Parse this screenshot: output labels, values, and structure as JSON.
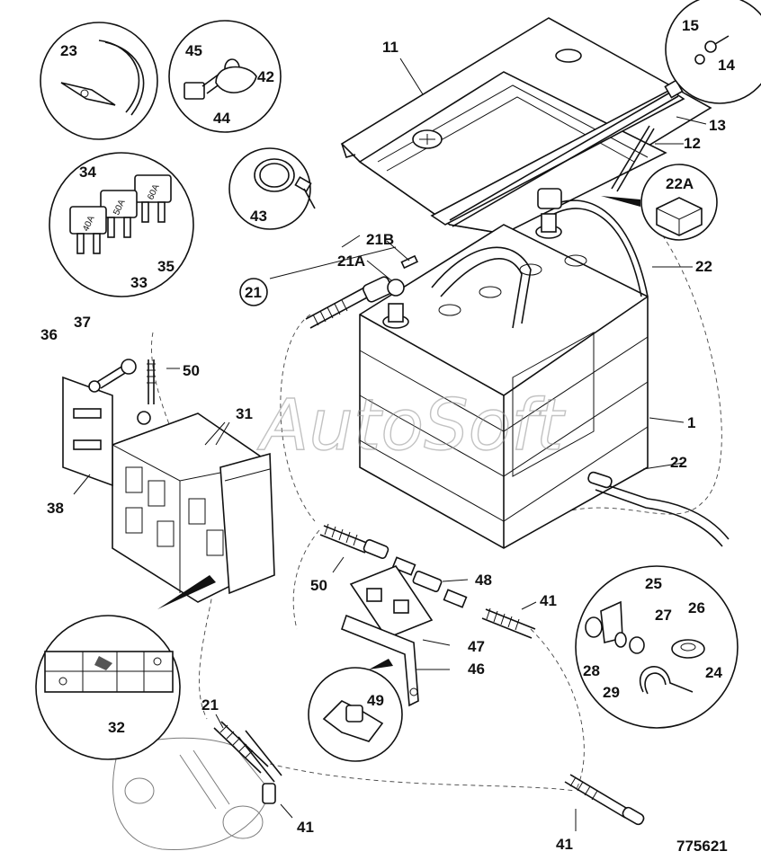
{
  "watermark": "AutoSoft",
  "drawing_number": "775621",
  "fuse_ratings": [
    "60A",
    "50A",
    "40A"
  ],
  "labels": [
    {
      "id": "11",
      "text": "11"
    },
    {
      "id": "13",
      "text": "13"
    },
    {
      "id": "12",
      "text": "12"
    },
    {
      "id": "15",
      "text": "15"
    },
    {
      "id": "14",
      "text": "14"
    },
    {
      "id": "22A",
      "text": "22A"
    },
    {
      "id": "22-top",
      "text": "22"
    },
    {
      "id": "22-bottom",
      "text": "22"
    },
    {
      "id": "23",
      "text": "23"
    },
    {
      "id": "45",
      "text": "45"
    },
    {
      "id": "42",
      "text": "42"
    },
    {
      "id": "44",
      "text": "44"
    },
    {
      "id": "34",
      "text": "34"
    },
    {
      "id": "33",
      "text": "33"
    },
    {
      "id": "35",
      "text": "35"
    },
    {
      "id": "43",
      "text": "43"
    },
    {
      "id": "21B",
      "text": "21B"
    },
    {
      "id": "21A",
      "text": "21A"
    },
    {
      "id": "21-circle",
      "text": "21"
    },
    {
      "id": "37",
      "text": "37"
    },
    {
      "id": "36",
      "text": "36"
    },
    {
      "id": "50-top",
      "text": "50"
    },
    {
      "id": "31",
      "text": "31"
    },
    {
      "id": "38",
      "text": "38"
    },
    {
      "id": "1",
      "text": "1"
    },
    {
      "id": "50-mid",
      "text": "50"
    },
    {
      "id": "48",
      "text": "48"
    },
    {
      "id": "41-mid",
      "text": "41"
    },
    {
      "id": "47",
      "text": "47"
    },
    {
      "id": "46",
      "text": "46"
    },
    {
      "id": "49",
      "text": "49"
    },
    {
      "id": "32",
      "text": "32"
    },
    {
      "id": "25",
      "text": "25"
    },
    {
      "id": "26",
      "text": "26"
    },
    {
      "id": "27",
      "text": "27"
    },
    {
      "id": "28",
      "text": "28"
    },
    {
      "id": "29",
      "text": "29"
    },
    {
      "id": "24",
      "text": "24"
    },
    {
      "id": "21-bottom",
      "text": "21"
    },
    {
      "id": "41-left",
      "text": "41"
    },
    {
      "id": "41-bottom",
      "text": "41"
    }
  ]
}
